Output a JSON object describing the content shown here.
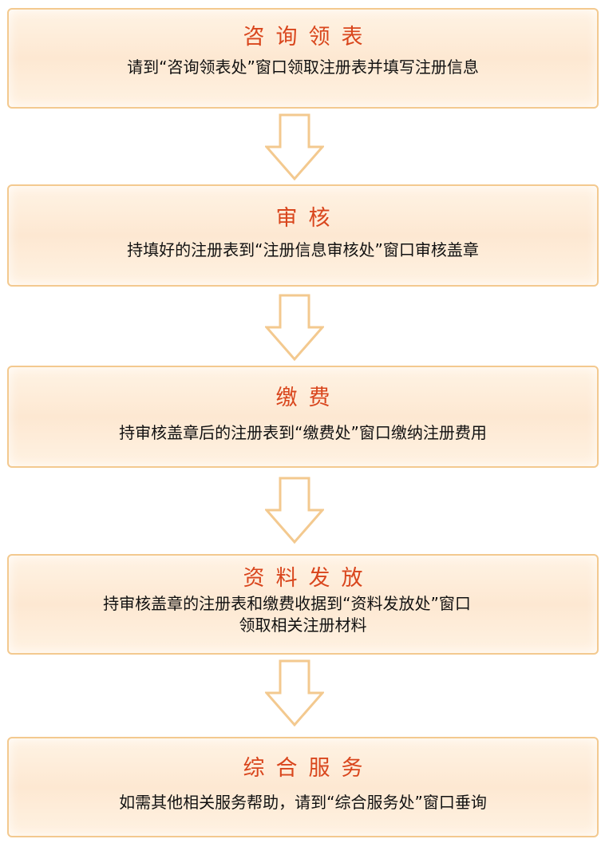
{
  "steps": [
    {
      "title": "咨询领表",
      "desc_lines": [
        "请到“咨询领表处”窗口领取注册表并填写注册信息"
      ]
    },
    {
      "title": "审核",
      "desc_lines": [
        "持填好的注册表到“注册信息审核处”窗口审核盖章"
      ]
    },
    {
      "title": "缴费",
      "desc_lines": [
        "持审核盖章后的注册表到“缴费处”窗口缴纳注册费用"
      ]
    },
    {
      "title": "资料发放",
      "desc_lines": [
        "持审核盖章的注册表和缴费收据到“资料发放处”窗口",
        "领取相关注册材料"
      ]
    },
    {
      "title": "综合服务",
      "desc_lines": [
        "如需其他相关服务帮助，请到“综合服务处”窗口垂询"
      ]
    }
  ],
  "colors": {
    "title": "#d9461d",
    "border": "#f3c98f",
    "arrow_stroke": "#f3c98f"
  },
  "icons": {
    "arrow": "down-arrow-icon"
  }
}
